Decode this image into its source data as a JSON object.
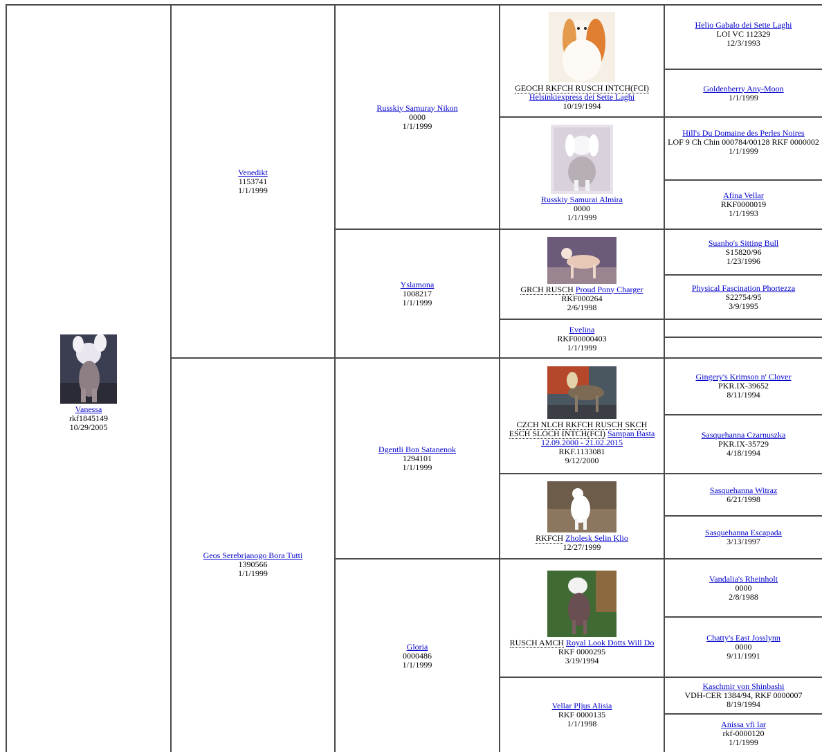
{
  "pedigree": {
    "g1": {
      "name": "Vanessa",
      "reg": "rkf1845149",
      "date": "10/29/2005",
      "photo": "vanessa-photo"
    },
    "g2": [
      {
        "name": "Venedikt",
        "reg": "1153741",
        "date": "1/1/1999"
      },
      {
        "name": "Geos Serebrjanogo Bora Tutti",
        "reg": "1390566",
        "date": "1/1/1999"
      }
    ],
    "g3": [
      {
        "name": "Russkiy Samuray Nikon",
        "reg": "0000",
        "date": "1/1/1999"
      },
      {
        "name": "Yslamona",
        "reg": "1008217",
        "date": "1/1/1999"
      },
      {
        "name": "Dgentli Bon Satanenok",
        "reg": "1294101",
        "date": "1/1/1999"
      },
      {
        "name": "Gloria",
        "reg": "0000486",
        "date": "1/1/1999"
      }
    ],
    "g4": [
      {
        "title": "GEOCH RKFCH RUSCH INTCH(FCI)",
        "name": "Helsinkiexpress dei Sette Laghi",
        "reg": "",
        "date": "10/19/1994"
      },
      {
        "title": "",
        "name": "Russkiy Samurai Almira",
        "reg": "0000",
        "date": "1/1/1999"
      },
      {
        "title": "GRCH RUSCH",
        "name": "Proud Pony Charger",
        "reg": "RKF000264",
        "date": "2/6/1998"
      },
      {
        "title": "",
        "name": "Evelina",
        "reg": "RKF00000403",
        "date": "1/1/1999"
      },
      {
        "title": "CZCH NLCH RKFCH RUSCH SKCH ESCH SLOCH INTCH(FCI)",
        "name": "Sampan Basta 12.09.2000 - 21.02.2015",
        "reg": "RKF.1133081",
        "date": "9/12/2000"
      },
      {
        "title": "RKFCH",
        "name": "Zholesk Selin Klio",
        "reg": "",
        "date": "12/27/1999"
      },
      {
        "title": "RUSCH AMCH",
        "name": "Royal Look Dotts Will Do",
        "reg": "RKF 0000295",
        "date": "3/19/1994"
      },
      {
        "title": "",
        "name": "Vellar Pljus Alisia",
        "reg": "RKF 0000135",
        "date": "1/1/1998"
      }
    ],
    "g5": [
      {
        "name": "Helio Gabalo dei Sette Laghi",
        "reg": "LOI VC 112329",
        "date": "12/3/1993"
      },
      {
        "name": "Goldenberry Any-Moon",
        "reg": "",
        "date": "1/1/1999"
      },
      {
        "name": "Hill's Du Domaine des Perles Noires",
        "reg": "LOF 9 Ch Chin 000784/00128 RKF 0000002",
        "date": "1/1/1999"
      },
      {
        "name": "Afina Vellar",
        "reg": "RKF0000019",
        "date": "1/1/1993"
      },
      {
        "name": "Suanho's Sitting Bull",
        "reg": "S15820/96",
        "date": "1/23/1996"
      },
      {
        "name": "Physical Fascination Phortezza",
        "reg": "S22754/95",
        "date": "3/9/1995"
      },
      {
        "name": "",
        "reg": "",
        "date": ""
      },
      {
        "name": "",
        "reg": "",
        "date": ""
      },
      {
        "name": "Gingery's Krimson n' Clover",
        "reg": "PKR.IX-39652",
        "date": "8/11/1994"
      },
      {
        "name": "Sasquehanna Czarnuszka",
        "reg": "PKR.IX-35729",
        "date": "4/18/1994"
      },
      {
        "name": "Sasquehanna Witraz",
        "reg": "",
        "date": "6/21/1998"
      },
      {
        "name": "Sasquehanna Escapada",
        "reg": "",
        "date": "3/13/1997"
      },
      {
        "name": "Vandalia's Rheinholt",
        "reg": "0000",
        "date": "2/8/1988"
      },
      {
        "name": "Chatty's East Josslynn",
        "reg": "0000",
        "date": "9/11/1991"
      },
      {
        "name": "Kaschmir von Shinbashi",
        "reg": "VDH-CER 1384/94, RKF 0000007",
        "date": "8/19/1994"
      },
      {
        "name": "Anissa vfi lar",
        "reg": "rkf-0000120",
        "date": "1/1/1999"
      }
    ]
  },
  "colors": {
    "link": "#0000cc",
    "border": "#4a4a4a"
  }
}
